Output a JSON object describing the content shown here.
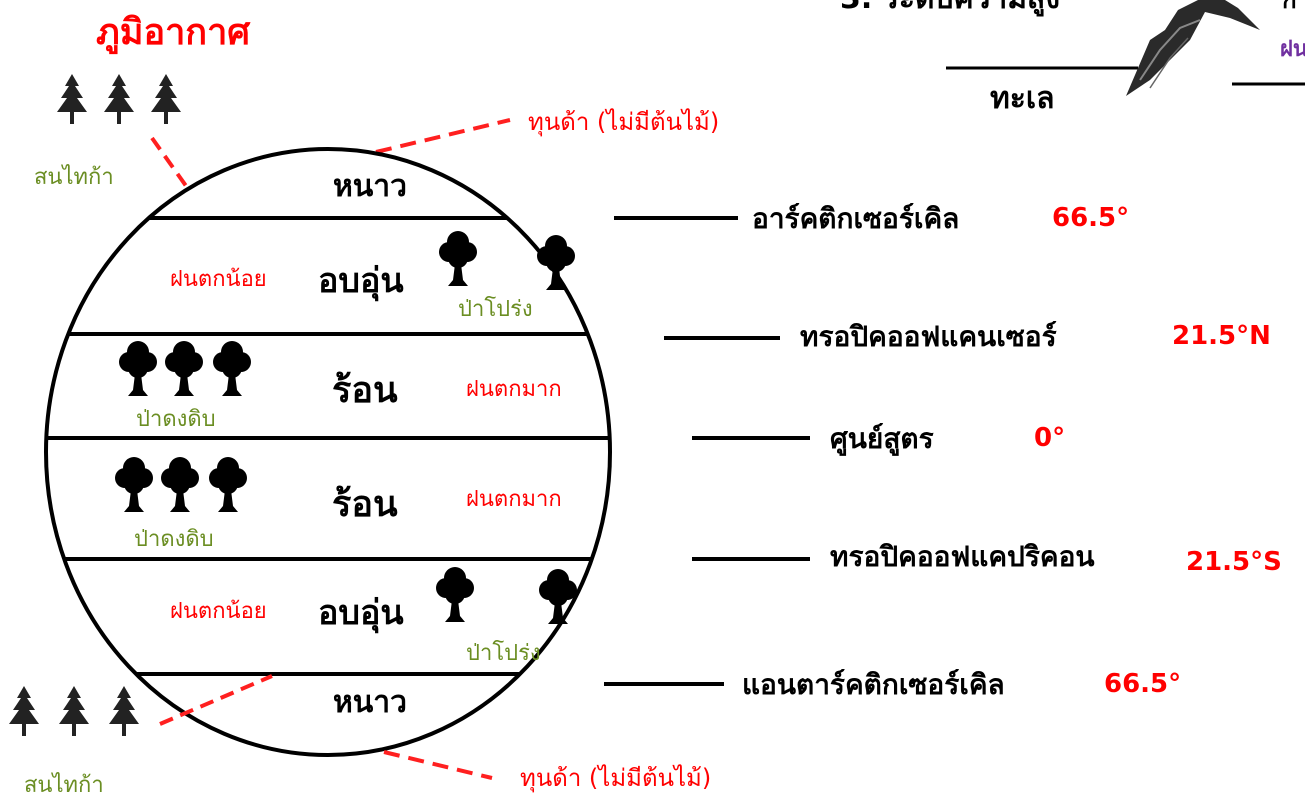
{
  "title": "ภูมิอากาศ",
  "header": {
    "partial_top_text": "3. ระดับความสูง",
    "sea_label": "ทะเล",
    "partial_right_text": "ก",
    "partial_rain_text": "ฝน"
  },
  "tundra_label": "ทุนด้า (ไม่มีต้นไม้)",
  "conifer_label": "สนไทก้า",
  "zones": [
    {
      "name": "หนาว"
    },
    {
      "name": "อบอุ่น",
      "rain": "ฝนตกน้อย",
      "forest": "ป่าโปร่ง"
    },
    {
      "name": "ร้อน",
      "rain": "ฝนตกมาก",
      "forest": "ป่าดงดิบ"
    },
    {
      "name": "ร้อน",
      "rain": "ฝนตกมาก",
      "forest": "ป่าดงดิบ"
    },
    {
      "name": "อบอุ่น",
      "rain": "ฝนตกน้อย",
      "forest": "ป่าโปร่ง"
    },
    {
      "name": "หนาว"
    }
  ],
  "lat_lines": [
    {
      "name": "อาร์คติกเซอร์เคิล",
      "degree": "66.5°"
    },
    {
      "name": "ทรอปิคออฟแคนเซอร์",
      "degree": "21.5°N"
    },
    {
      "name": "ศูนย์สูตร",
      "degree": "0°"
    },
    {
      "name": "ทรอปิคออฟแคปริคอน",
      "degree": "21.5°S"
    },
    {
      "name": "แอนตาร์คติกเซอร์เคิล",
      "degree": "66.5°"
    }
  ],
  "colors": {
    "red": "#ff0000",
    "green": "#6b8e23",
    "purple": "#7030a0",
    "black": "#000000"
  }
}
